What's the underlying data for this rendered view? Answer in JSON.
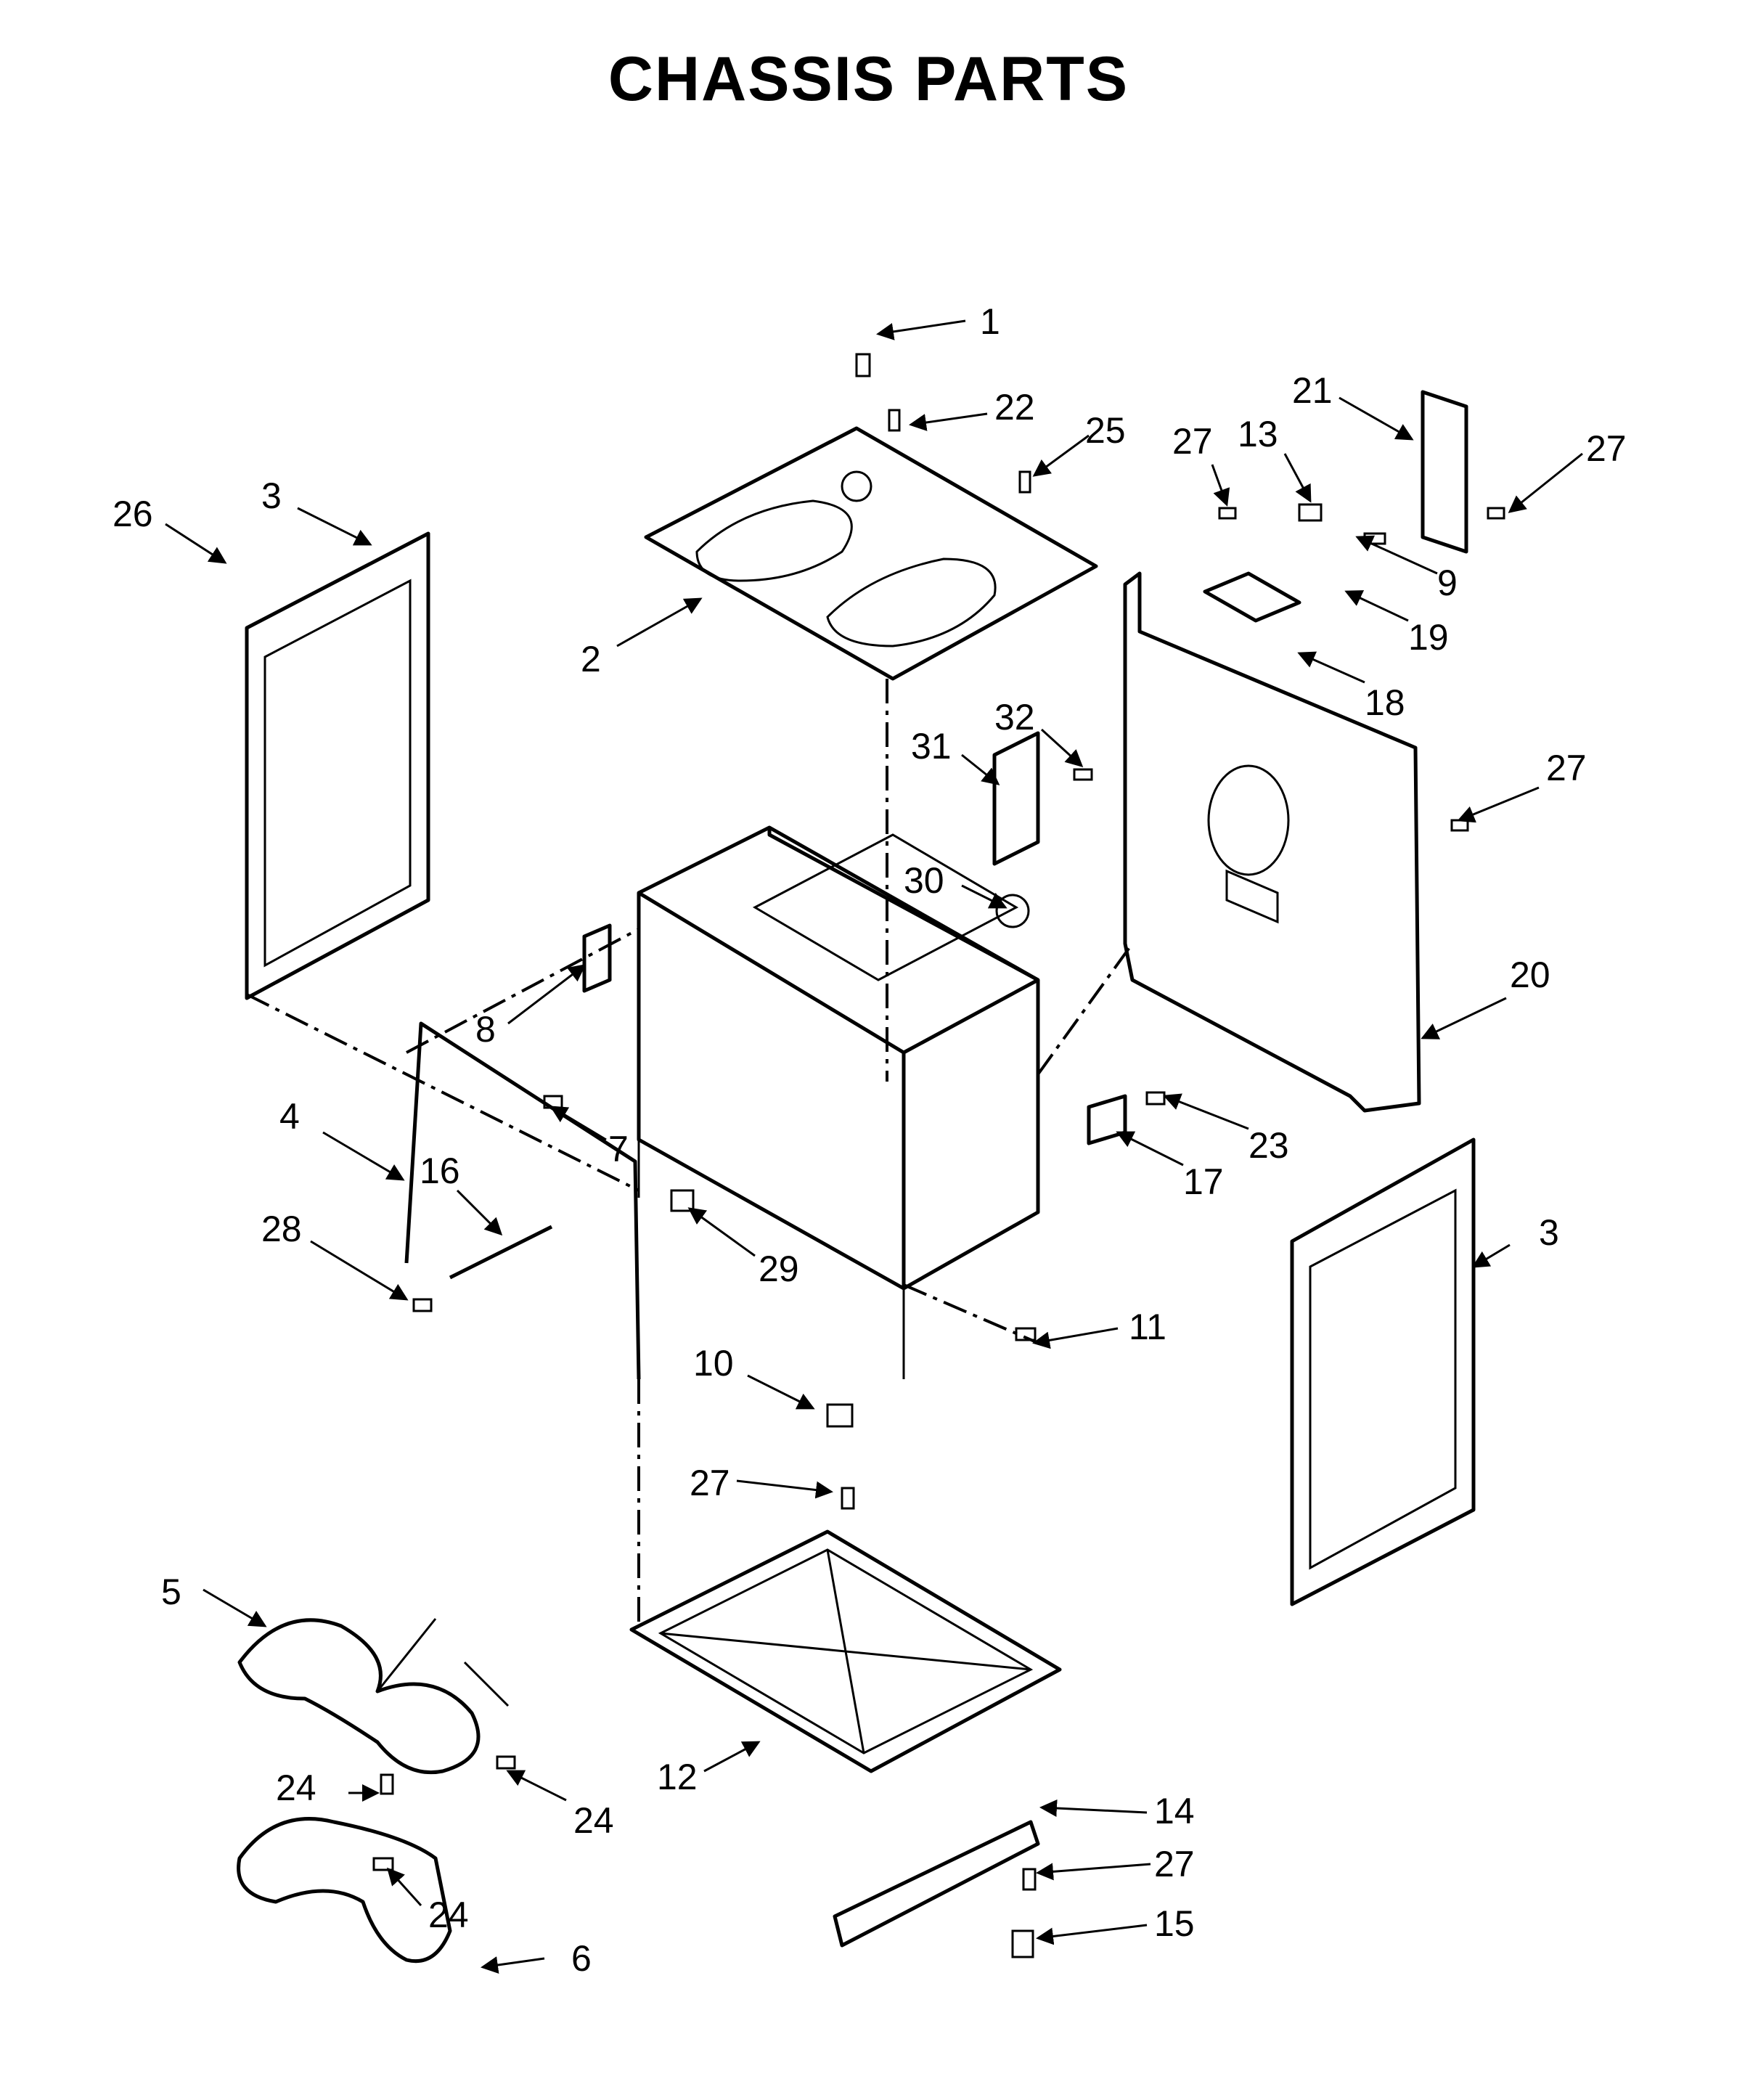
{
  "title": "CHASSIS PARTS",
  "labels": [
    "1",
    "2",
    "3",
    "3",
    "4",
    "5",
    "6",
    "7",
    "8",
    "9",
    "10",
    "11",
    "12",
    "13",
    "14",
    "15",
    "16",
    "17",
    "18",
    "19",
    "20",
    "21",
    "22",
    "23",
    "24",
    "24",
    "24",
    "25",
    "26",
    "27",
    "27",
    "27",
    "27",
    "27",
    "28",
    "29",
    "30",
    "31",
    "32"
  ]
}
